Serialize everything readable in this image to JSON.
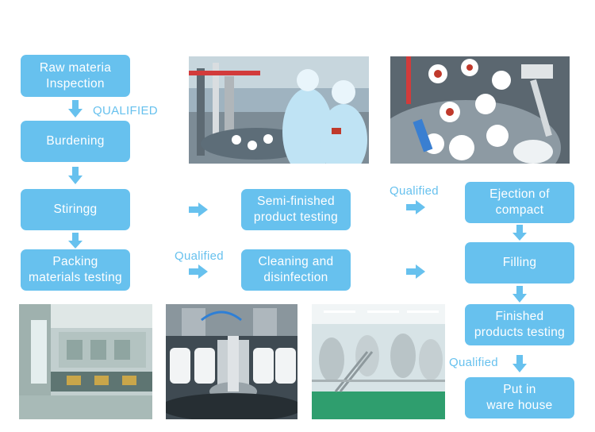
{
  "colors": {
    "box_fill": "#67c1ee",
    "box_text": "#ffffff",
    "label_text": "#67c1ee",
    "arrow": "#67c1ee"
  },
  "steps": {
    "raw_inspection": "Raw materia\nInspection",
    "burdening": "Burdening",
    "stirring": "Stiringg",
    "packing_testing": "Packing\nmaterials testing",
    "semi_finished_testing": "Semi-finished\nproduct testing",
    "cleaning": "Cleaning and\ndisinfection",
    "ejection": "Ejection of\ncompact",
    "filling": "Filling",
    "finished_testing": "Finished\nproducts testing",
    "warehouse": "Put in\nware house"
  },
  "labels": {
    "qualified_upper": "QUALIFIED",
    "qualified_semi": "Qualified",
    "qualified_cleaning": "Qualified",
    "qualified_finished": "Qualified"
  },
  "photos": [
    {
      "name": "photo-lab-workers",
      "subject": "cleanroom workers at filling machine"
    },
    {
      "name": "photo-compact-machine",
      "subject": "rotary compact pressing machine"
    },
    {
      "name": "photo-packaging-line",
      "subject": "automated packaging line"
    },
    {
      "name": "photo-bottle-filling",
      "subject": "bottle filling nozzles"
    },
    {
      "name": "photo-factory-tanks",
      "subject": "factory mixing tanks"
    }
  ]
}
